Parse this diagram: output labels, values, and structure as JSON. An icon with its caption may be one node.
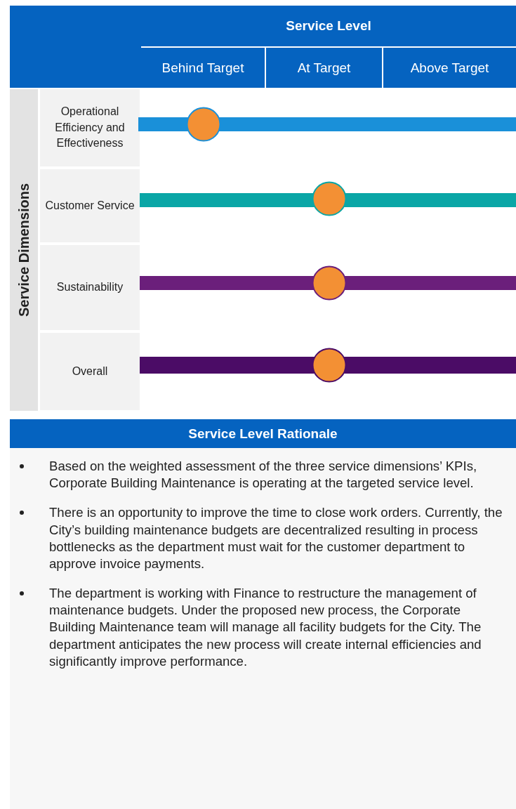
{
  "diagram": {
    "nodes": [
      {
        "text": [],
        "shape": "box"
      },
      {
        "text": [
          "Service Level"
        ]
      },
      {
        "text": [
          "Behind Target"
        ]
      },
      {
        "text": [
          "At Target"
        ]
      },
      {
        "text": [
          "Above Target"
        ]
      },
      {
        "text": [
          "Service Dimensions"
        ]
      },
      {
        "text": [
          "Operational Efficiency and Effectiveness"
        ]
      },
      {
        "text": [],
        "shape": "bar"
      },
      {
        "text": [],
        "shape": "circle"
      },
      {
        "text": [
          "Customer Service"
        ]
      },
      {
        "text": [],
        "shape": "bar"
      },
      {
        "text": [],
        "shape": "circle"
      },
      {
        "text": [
          "Sustainability"
        ]
      },
      {
        "text": [],
        "shape": "bar"
      },
      {
        "text": [],
        "shape": "circle"
      },
      {
        "text": [
          "Overall"
        ]
      },
      {
        "text": [],
        "shape": "bar"
      },
      {
        "text": [],
        "shape": "circle"
      },
      {
        "text": [
          "Service Level Rationale",
          "Based on the weighted assessment of the three service dimensions’ KPIs, Corporate Building Maintenance is operating at the targeted service level.",
          "There is an opportunity to improve the time to close work orders. Currently, the City’s building maintenance budgets are decentralized resulting in process bottlenecks as the department must wait for the customer department to approve invoice payments.",
          "The department is working with Finance to restructure the management of maintenance budgets. Under the proposed new process, the Corporate Building Maintenance team will manage all facility budgets for the City. The department anticipates the new process will create internal efficiencies and significantly improve performance."
        ]
      }
    ],
    "edges": []
  }
}
